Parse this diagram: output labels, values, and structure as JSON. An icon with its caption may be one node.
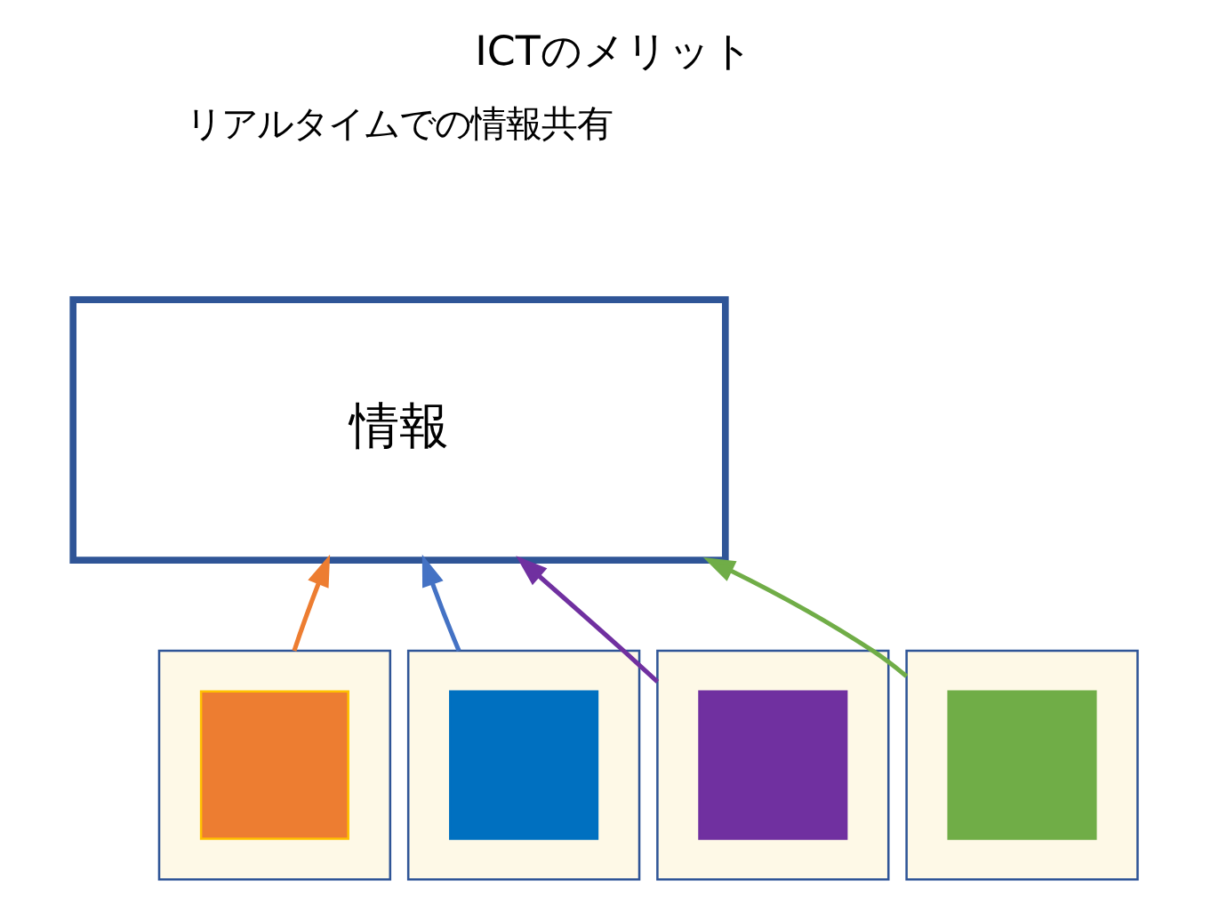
{
  "diagram": {
    "title": "ICTのメリット",
    "nodes": [
      {
        "text": [
          "情報"
        ]
      },
      {
        "text": [],
        "shape": "box"
      },
      {
        "text": [],
        "shape": "box",
        "in": 1
      },
      {
        "text": [],
        "shape": "box"
      },
      {
        "text": [],
        "shape": "box",
        "in": 3
      },
      {
        "text": [],
        "shape": "box"
      },
      {
        "text": [],
        "shape": "box",
        "in": 5
      },
      {
        "text": [],
        "shape": "box"
      },
      {
        "text": [],
        "shape": "box",
        "in": 7
      }
    ],
    "edges": [
      {
        "from": 1,
        "to": 0,
        "arrow": "to",
        "color": "#ed7d31"
      },
      {
        "from": 3,
        "to": 0,
        "arrow": "to",
        "color": "#4472c4"
      },
      {
        "from": 5,
        "to": 0,
        "arrow": "to",
        "color": "#7030a0"
      },
      {
        "from": 7,
        "to": 0,
        "arrow": "to",
        "color": "#70ad47"
      }
    ],
    "labels": [
      "リアルタイムでの情報共有"
    ]
  }
}
